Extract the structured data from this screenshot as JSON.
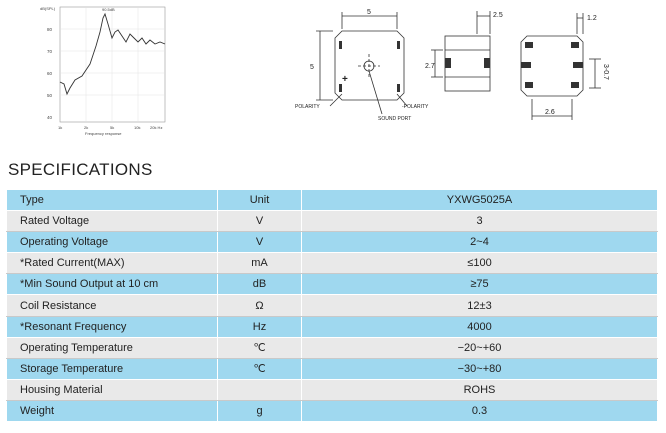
{
  "graph": {
    "y_labels": [
      "dB(SPL)",
      "80",
      "70",
      "60",
      "50",
      "40"
    ],
    "x_labels": [
      "1k",
      "2k",
      "5k",
      "10k",
      "20k Hz"
    ],
    "peak_label": "90.5dB",
    "caption": "Frequency response"
  },
  "drawing": {
    "dim_top_width": "5",
    "dim_left_height": "5",
    "dim_side_height": "2.7",
    "dim_side_width": "2.5",
    "dim_right_pad": "1.2",
    "dim_right_height": "3-0.7",
    "dim_right_bottom": "2.6",
    "polarity_left": "POLARITY",
    "polarity_right": "-POLARITY",
    "sound_port": "SOUND PORT",
    "plus_sign": "+"
  },
  "specs": {
    "title": "SPECIFICATIONS",
    "rows": [
      {
        "label": "Type",
        "unit": "Unit",
        "value": "YXWG5025A"
      },
      {
        "label": "Rated Voltage",
        "unit": "V",
        "value": "3"
      },
      {
        "label": "Operating Voltage",
        "unit": "V",
        "value": "2~4"
      },
      {
        "label": "*Rated Current(MAX)",
        "unit": "mA",
        "value": "≤100"
      },
      {
        "label": "*Min Sound Output at 10 cm",
        "unit": "dB",
        "value": "≥75"
      },
      {
        "label": "Coil Resistance",
        "unit": "Ω",
        "value": "12±3"
      },
      {
        "label": "*Resonant Frequency",
        "unit": "Hz",
        "value": "4000"
      },
      {
        "label": "Operating Temperature",
        "unit": "℃",
        "value": "−20~+60"
      },
      {
        "label": "Storage Temperature",
        "unit": "℃",
        "value": "−30~+80"
      },
      {
        "label": "Housing Material",
        "unit": "",
        "value": "ROHS"
      },
      {
        "label": "Weight",
        "unit": "g",
        "value": "0.3"
      }
    ]
  },
  "colors": {
    "shaded_row": "#9fd8ef",
    "plain_row": "#e9e9e9"
  }
}
